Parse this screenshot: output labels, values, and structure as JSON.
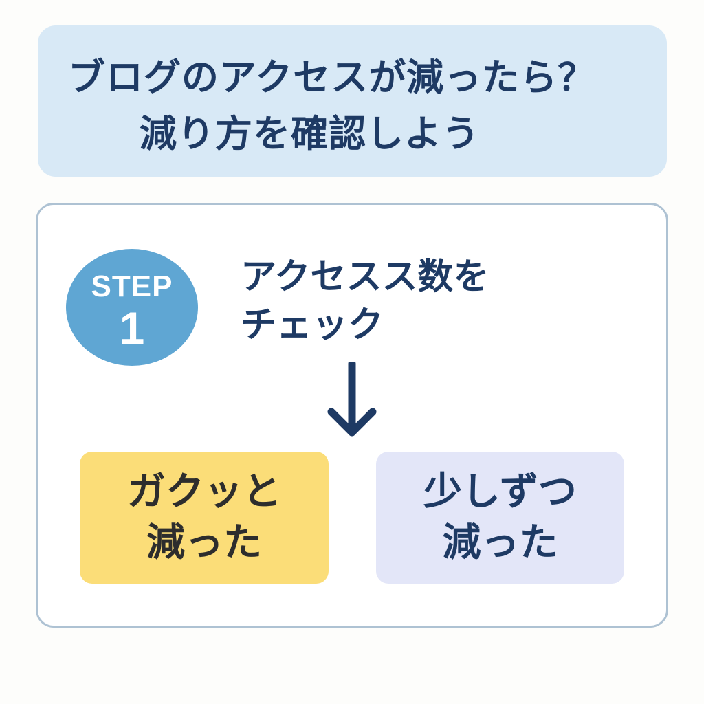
{
  "header": {
    "line1": "ブログのアクセスが減ったら？",
    "line2": "減り方を確認しよう"
  },
  "step": {
    "label": "STEP",
    "number": "1",
    "text_line1": "アクセスス数を",
    "text_line2": "チェック"
  },
  "options": [
    {
      "line1": "ガクッと",
      "line2": "減った"
    },
    {
      "line1": "少しずつ",
      "line2": "減った"
    }
  ],
  "colors": {
    "title_bg": "#d8e9f6",
    "navy": "#1e3a64",
    "step_circle": "#5fa6d3",
    "panel_border": "#aec2d3",
    "sudden_bg": "#fbdd78",
    "gradual_bg": "#e3e6f8"
  },
  "icons": {
    "flow_arrow": "down-arrow-icon"
  }
}
